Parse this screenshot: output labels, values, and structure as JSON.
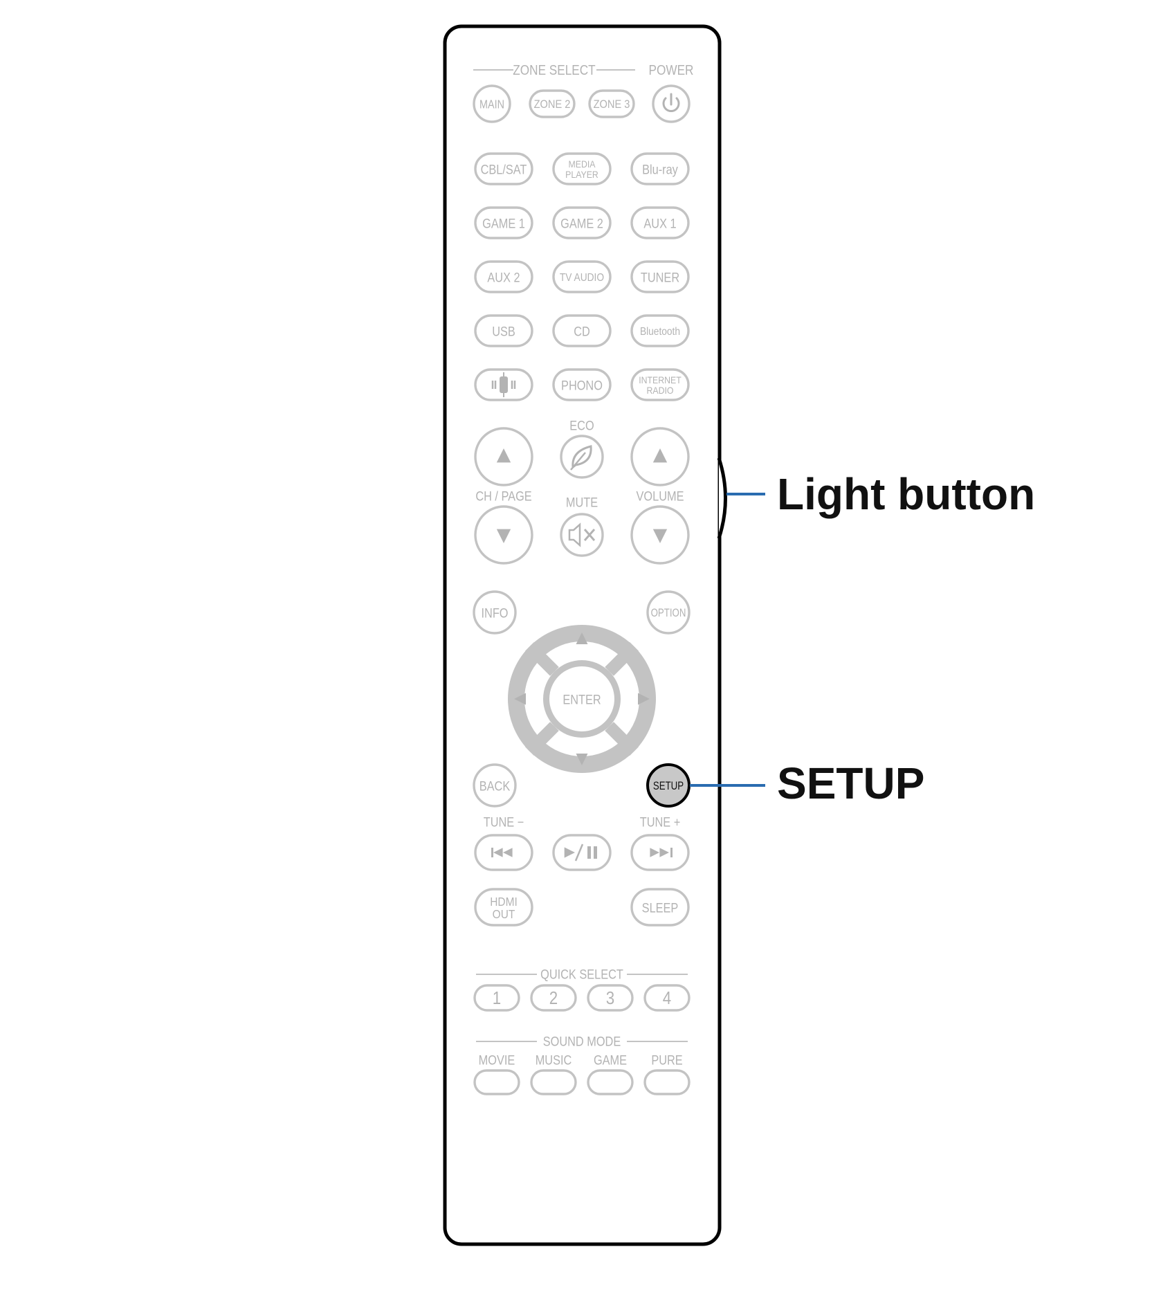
{
  "colors": {
    "body_outline": "#000000",
    "button_outline": "#c3c3c3",
    "button_text": "#b3b3b3",
    "highlight_fill": "#c8c8c8",
    "highlight_outline": "#000000",
    "callout_line": "#2a6cb0",
    "callout_text": "#111111"
  },
  "zone_select": {
    "label": "ZONE SELECT",
    "main": "MAIN",
    "zone2": "ZONE 2",
    "zone3": "ZONE 3",
    "power_label": "POWER",
    "power_icon": "power-icon"
  },
  "input_buttons": [
    [
      "CBL/SAT",
      "MEDIA PLAYER",
      "Blu-ray"
    ],
    [
      "GAME 1",
      "GAME 2",
      "AUX 1"
    ],
    [
      "AUX 2",
      "TV AUDIO",
      "TUNER"
    ],
    [
      "USB",
      "CD",
      "Bluetooth"
    ],
    [
      "",
      "PHONO",
      "INTERNET RADIO"
    ]
  ],
  "input_icon": "heos-icon",
  "channel": {
    "ch_page_label": "CH / PAGE",
    "eco_label": "ECO",
    "eco_icon": "leaf-icon",
    "mute_label": "MUTE",
    "mute_icon": "mute-icon",
    "volume_label": "VOLUME"
  },
  "navigation": {
    "info": "INFO",
    "option": "OPTION",
    "enter": "ENTER",
    "back": "BACK",
    "setup": "SETUP"
  },
  "transport": {
    "tune_minus_label": "TUNE −",
    "tune_plus_label": "TUNE +",
    "prev_icon": "skip-back-icon",
    "play_pause_icon": "play-pause-icon",
    "next_icon": "skip-forward-icon"
  },
  "misc": {
    "hdmi_out": "HDMI OUT",
    "sleep": "SLEEP"
  },
  "quick_select": {
    "label": "QUICK SELECT",
    "buttons": [
      "1",
      "2",
      "3",
      "4"
    ]
  },
  "sound_mode": {
    "label": "SOUND MODE",
    "buttons": [
      "MOVIE",
      "MUSIC",
      "GAME",
      "PURE"
    ]
  },
  "callouts": {
    "light_button": "Light button",
    "setup": "SETUP"
  }
}
